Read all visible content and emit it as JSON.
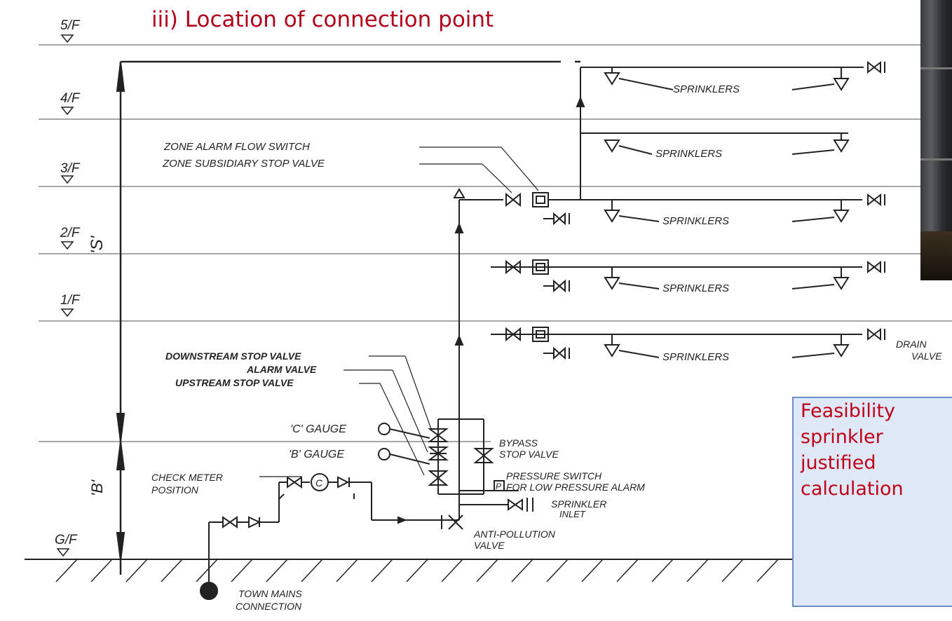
{
  "title": "iii) Location of connection point",
  "floors": [
    "5/F",
    "4/F",
    "3/F",
    "2/F",
    "1/F",
    "G/F"
  ],
  "dimensions": {
    "upper": "'S'",
    "lower": "'B'"
  },
  "sprinkler_label": "SPRINKLERS",
  "labels": {
    "zone_alarm_flow_switch": "ZONE ALARM FLOW SWITCH",
    "zone_subsidiary_stop_valve": "ZONE SUBSIDIARY STOP VALVE",
    "downstream_stop_valve": "DOWNSTREAM STOP VALVE",
    "alarm_valve": "ALARM VALVE",
    "upstream_stop_valve": "UPSTREAM STOP VALVE",
    "c_gauge": "'C' GAUGE",
    "b_gauge": "'B' GAUGE",
    "check_meter_1": "CHECK METER",
    "check_meter_2": "POSITION",
    "bypass_1": "BYPASS",
    "bypass_2": "STOP VALVE",
    "pressure_switch_1": "PRESSURE SWITCH",
    "pressure_switch_2": "FOR LOW PRESSURE ALARM",
    "sprinkler_inlet_1": "SPRINKLER",
    "sprinkler_inlet_2": "INLET",
    "anti_pollution_1": "ANTI-POLLUTION",
    "anti_pollution_2": "VALVE",
    "town_mains_1": "TOWN MAINS",
    "town_mains_2": "CONNECTION",
    "drain_1": "DRAIN",
    "drain_2": "VALVE",
    "p_box": "P",
    "meter": "C"
  },
  "note_lines": [
    "Feasibility",
    "sprinkler",
    "justified",
    "calculation"
  ]
}
